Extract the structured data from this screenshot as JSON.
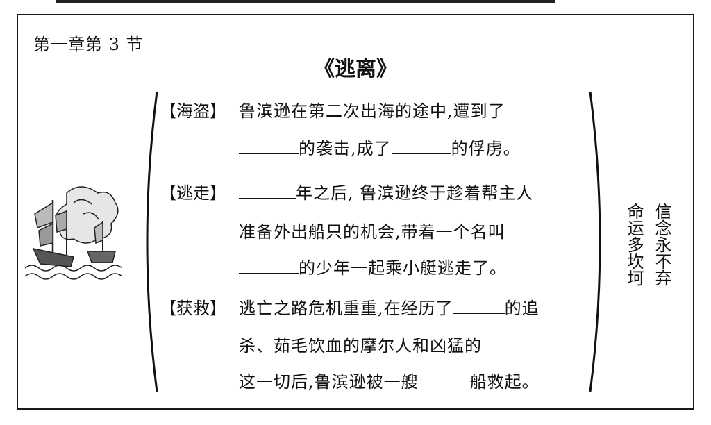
{
  "chapter_label": "第一章第 3 节",
  "title": "《逃离》",
  "sections": [
    {
      "tag": "【海盗】",
      "lines": [
        {
          "segments": [
            "鲁滨逊在第二次出海的途中,遭到了"
          ]
        },
        {
          "segments": [
            "",
            "的袭击,成了",
            "",
            "的俘虏。"
          ]
        }
      ]
    },
    {
      "tag": "【逃走】",
      "lines": [
        {
          "segments": [
            "",
            "年之后, 鲁滨逊终于趁着帮主人"
          ]
        },
        {
          "segments": [
            "准备外出船只的机会,带着一个名叫"
          ]
        },
        {
          "segments": [
            "",
            "的少年一起乘小艇逃走了。"
          ]
        }
      ]
    },
    {
      "tag": "【获救】",
      "lines": [
        {
          "segments": [
            "逃亡之路危机重重,在经历了",
            "",
            "的追"
          ]
        },
        {
          "segments": [
            "杀、茹毛饮血的摩尔人和凶猛的",
            ""
          ]
        },
        {
          "segments": [
            "这一切后,鲁滨逊被一艘",
            "",
            "船救起。"
          ]
        }
      ]
    }
  ],
  "side_text": {
    "column_right": "信念永不弃",
    "column_left": "命运多坎坷"
  },
  "illustration": "sailing-ship-illustration"
}
